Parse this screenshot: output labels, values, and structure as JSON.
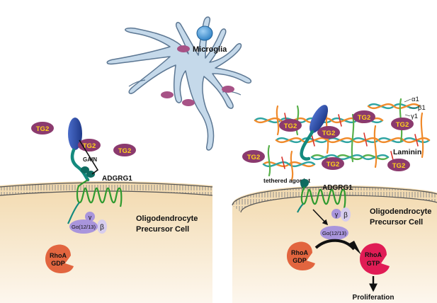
{
  "labels": {
    "microglia": "Microglia",
    "tg2": "TG2",
    "gain": "GAIN",
    "adgrg1": "ADGRG1",
    "opc_line1": "Oligodendrocyte",
    "opc_line2": "Precursor Cell",
    "gamma": "γ",
    "beta": "β",
    "g_alpha": "Gα(12/13)",
    "rhoa": "RhoA",
    "gdp": "GDP",
    "gtp": "GTP",
    "laminin": "Laminin",
    "alpha1": "α1",
    "beta1": "β1",
    "gamma1": "γ1",
    "tethered_agonist": "tethered agonist",
    "proliferation": "Proliferation"
  },
  "colors": {
    "microglia_fill": "#c5d9ea",
    "microglia_outline": "#5c7793",
    "nucleus": "#3a8ed0",
    "granule": "#a75286",
    "tg2_fill": "#8b3a6e",
    "tg2_text": "#ffd21a",
    "receptor_head": "#2b49a2",
    "receptor_stalk": "#148a7e",
    "receptor_tm": "#2f9a2f",
    "membrane_line": "#555555",
    "cytoplasm_top": "#f2d9ad",
    "cytoplasm_bottom": "#fdf7ee",
    "g_protein": "#a995dc",
    "rhoa_gdp": "#e2653f",
    "rhoa_gtp": "#e01c55",
    "laminin_alpha": "#2ea4a2",
    "laminin_beta": "#f08a2b",
    "laminin_gamma": "#58b04b"
  }
}
